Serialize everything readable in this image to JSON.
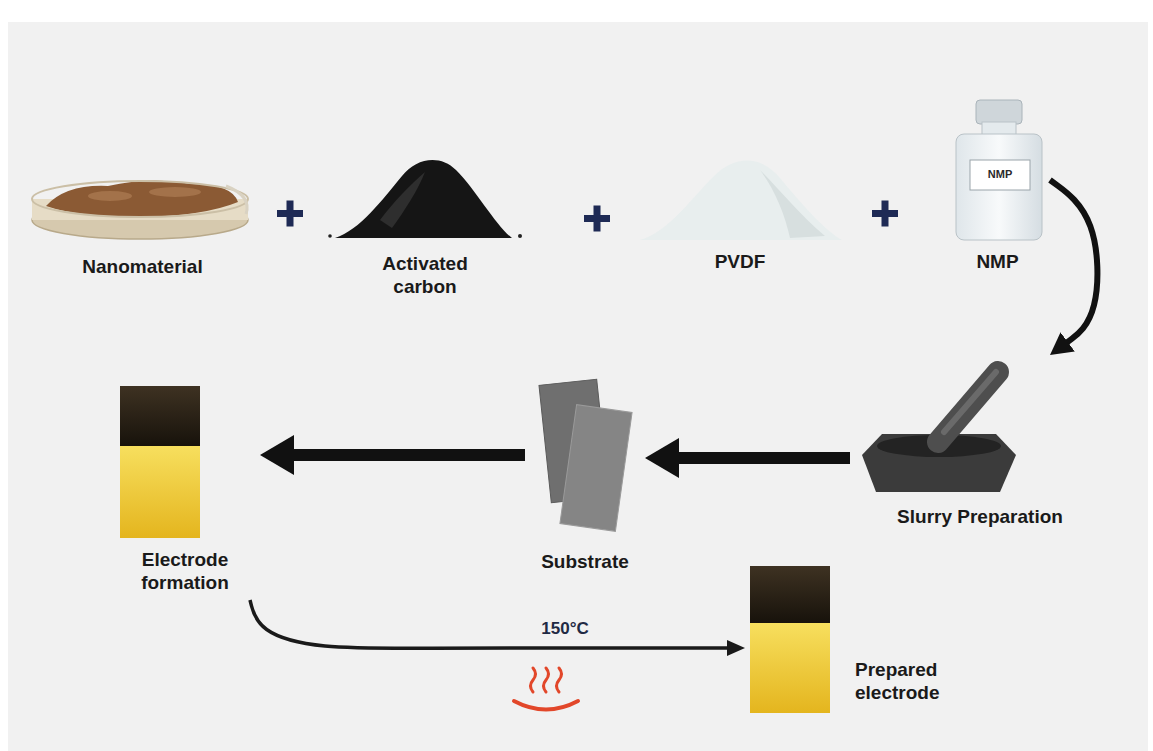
{
  "diagram": {
    "nodes": [
      {
        "text": [
          "Nanomaterial"
        ]
      },
      {
        "text": [
          "Activated carbon"
        ]
      },
      {
        "text": [
          "PVDF"
        ]
      },
      {
        "text": [
          "NMP"
        ]
      },
      {
        "text": [
          "Slurry Preparation"
        ]
      },
      {
        "text": [
          "Substrate"
        ]
      },
      {
        "text": [
          "Electrode formation"
        ]
      },
      {
        "text": [
          "Prepared electrode"
        ]
      }
    ],
    "edges": [
      {
        "from": 3,
        "to": 4,
        "arrow": "to"
      },
      {
        "from": 4,
        "to": 5,
        "arrow": "to"
      },
      {
        "from": 5,
        "to": 6,
        "arrow": "to"
      },
      {
        "from": 6,
        "to": 7,
        "label": "150°C",
        "arrow": "to"
      }
    ],
    "labels": [
      "NMP"
    ]
  }
}
